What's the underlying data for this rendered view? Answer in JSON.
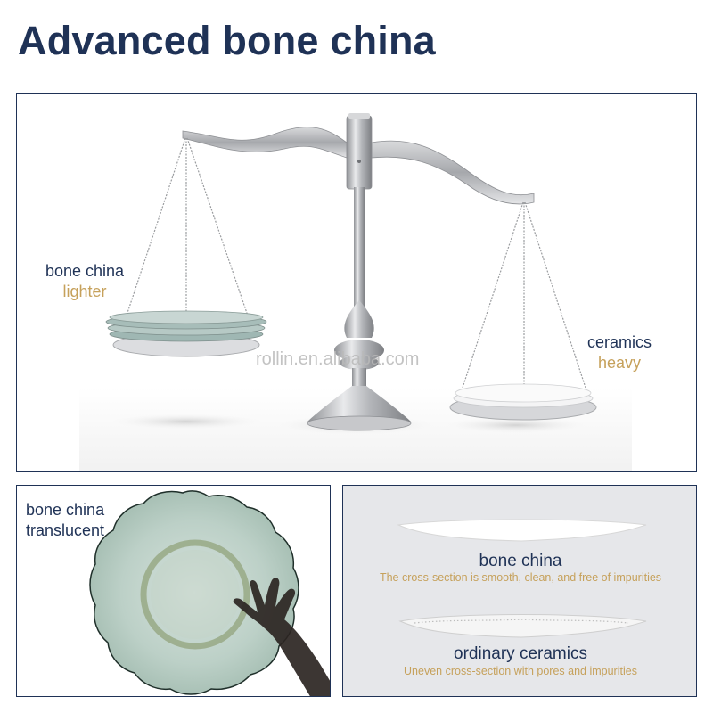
{
  "title": "Advanced bone china",
  "scale": {
    "left_label": "bone china",
    "left_sub": "lighter",
    "right_label": "ceramics",
    "right_sub": "heavy",
    "watermark": "rollin.en.alibaba.com"
  },
  "translucent": {
    "label_line1": "bone china",
    "label_line2": "translucent"
  },
  "cross_section": {
    "bone_china_title": "bone china",
    "bone_china_desc": "The cross-section is smooth, clean, and free of impurities",
    "ceramics_title": "ordinary ceramics",
    "ceramics_desc": "Uneven cross-section with pores and impurities"
  },
  "colors": {
    "navy": "#1f3256",
    "gold": "#c6a15b"
  }
}
